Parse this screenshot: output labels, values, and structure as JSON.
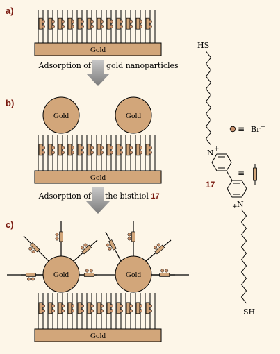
{
  "panels": {
    "a": {
      "label": "a)",
      "substrate": "Gold"
    },
    "b": {
      "label": "b)",
      "substrate": "Gold",
      "particle_1": "Gold",
      "particle_2": "Gold"
    },
    "c": {
      "label": "c)",
      "substrate": "Gold",
      "particle_1": "Gold",
      "particle_2": "Gold"
    }
  },
  "steps": {
    "step1": {
      "left": "Adsorption of",
      "right": "gold nanoparticles"
    },
    "step2": {
      "left": "Adsorption of",
      "right": "the bisthiol",
      "compound": "17"
    }
  },
  "molecule": {
    "top_group": "HS",
    "bottom_group": "SH",
    "compound_number": "17",
    "counter_ion": "Br",
    "counter_ion_charge": "−",
    "n_plus_top": "N",
    "plus_top": "+",
    "n_plus_bottom": "N",
    "plus_bottom": "+",
    "equiv_symbol": "≡"
  },
  "colors": {
    "background": "#fdf6e8",
    "gold": "#d2a67a",
    "label": "#7a1a10",
    "arrow": "#9a9a9a"
  }
}
